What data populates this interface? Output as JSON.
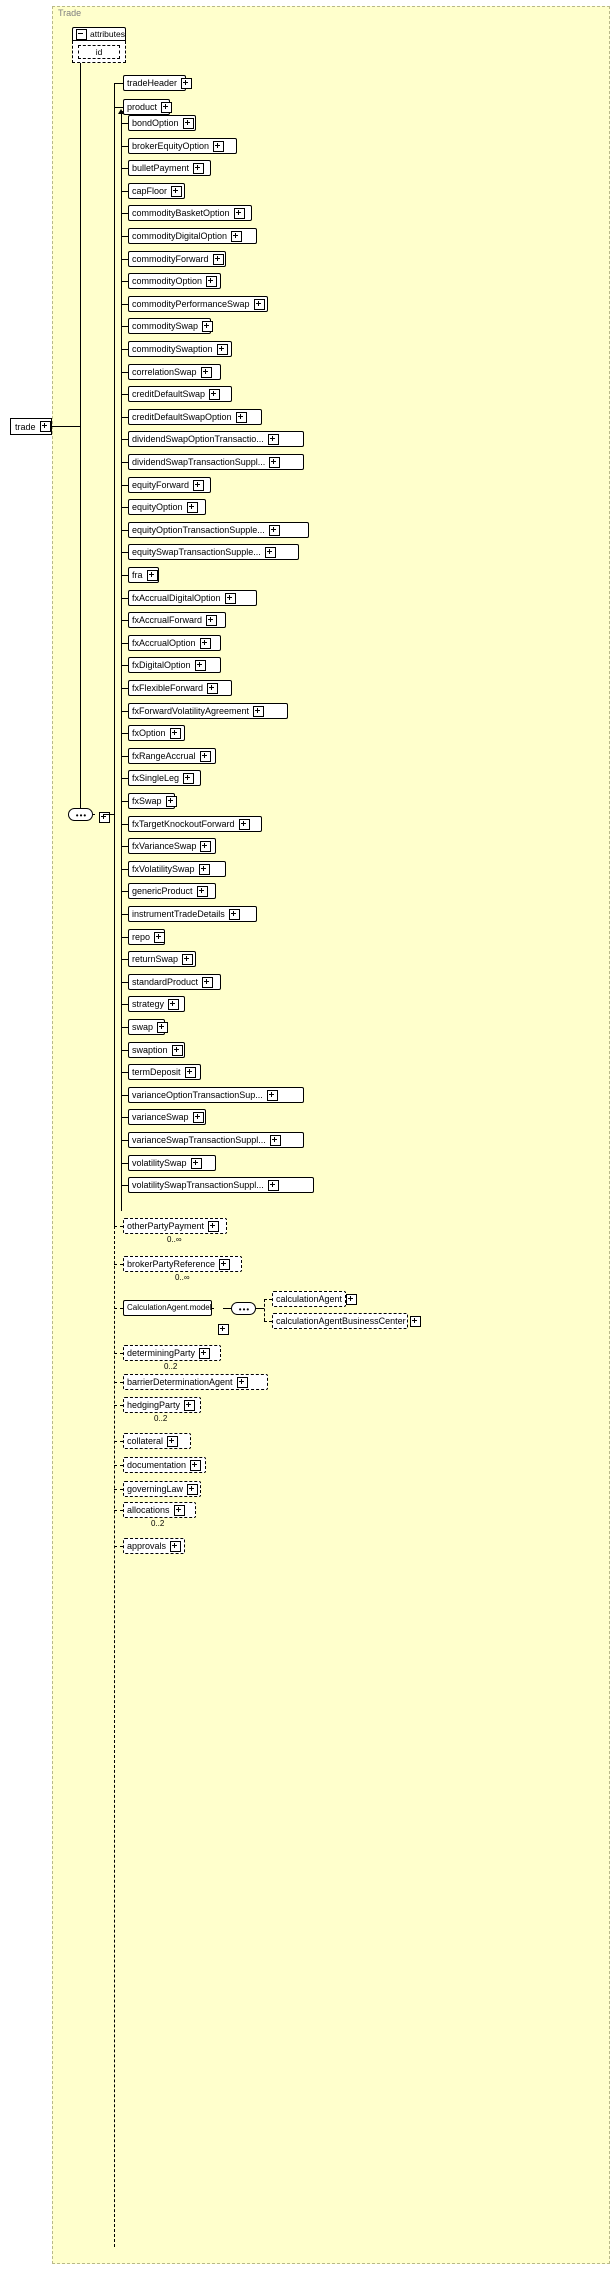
{
  "diagram": {
    "title": "Trade",
    "root": {
      "label": "trade",
      "expander": "plus-icon"
    },
    "attributes": {
      "header": "attributes",
      "items": [
        "id"
      ]
    },
    "sequence_symbol": "sequence-compositor",
    "model_group": {
      "label": "CalculationAgent.model",
      "children": [
        "calculationAgent",
        "calculationAgentBusinessCenter"
      ]
    },
    "top_children": [
      {
        "label": "tradeHeader",
        "optional": false
      },
      {
        "label": "product",
        "optional": false
      }
    ],
    "product_substitutions": [
      "bondOption",
      "brokerEquityOption",
      "bulletPayment",
      "capFloor",
      "commodityBasketOption",
      "commodityDigitalOption",
      "commodityForward",
      "commodityOption",
      "commodityPerformanceSwap",
      "commoditySwap",
      "commoditySwaption",
      "correlationSwap",
      "creditDefaultSwap",
      "creditDefaultSwapOption",
      "dividendSwapOptionTransactio...",
      "dividendSwapTransactionSuppl...",
      "equityForward",
      "equityOption",
      "equityOptionTransactionSupple...",
      "equitySwapTransactionSupple...",
      "fra",
      "fxAccrualDigitalOption",
      "fxAccrualForward",
      "fxAccrualOption",
      "fxDigitalOption",
      "fxFlexibleForward",
      "fxForwardVolatilityAgreement",
      "fxOption",
      "fxRangeAccrual",
      "fxSingleLeg",
      "fxSwap",
      "fxTargetKnockoutForward",
      "fxVarianceSwap",
      "fxVolatilitySwap",
      "genericProduct",
      "instrumentTradeDetails",
      "repo",
      "returnSwap",
      "standardProduct",
      "strategy",
      "swap",
      "swaption",
      "termDeposit",
      "varianceOptionTransactionSup...",
      "varianceSwap",
      "varianceSwapTransactionSuppl...",
      "volatilitySwap",
      "volatilitySwapTransactionSuppl..."
    ],
    "tail_children": [
      {
        "label": "otherPartyPayment",
        "occurrence": "0..∞",
        "optional": true
      },
      {
        "label": "brokerPartyReference",
        "occurrence": "0..∞",
        "optional": true
      },
      {
        "label": "determiningParty",
        "occurrence": "0..2",
        "optional": true
      },
      {
        "label": "barrierDeterminationAgent",
        "occurrence": "",
        "optional": true
      },
      {
        "label": "hedgingParty",
        "occurrence": "0..2",
        "optional": true
      },
      {
        "label": "collateral",
        "occurrence": "",
        "optional": true
      },
      {
        "label": "documentation",
        "occurrence": "",
        "optional": true
      },
      {
        "label": "governingLaw",
        "occurrence": "",
        "optional": true
      },
      {
        "label": "allocations",
        "occurrence": "0..2",
        "optional": true
      },
      {
        "label": "approvals",
        "occurrence": "",
        "optional": true
      }
    ]
  }
}
